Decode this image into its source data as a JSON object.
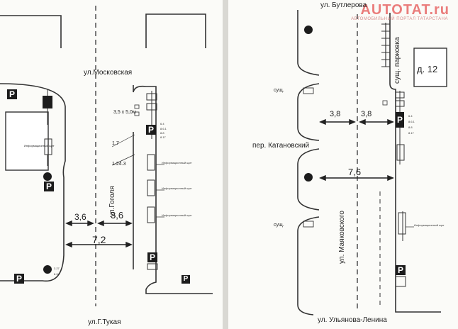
{
  "left_map": {
    "streets": {
      "top": "ул.Московская",
      "bottom": "ул.Г.Тукая",
      "vertical": "ул.Гоголя"
    },
    "dimensions": {
      "lane_a": "3,6",
      "lane_b": "3,6",
      "total": "7,2",
      "note_width": "3,5 x 5,0м",
      "note_17": "1.7",
      "note_1243": "1.24.3"
    },
    "info_panel_label": "Информационный щит",
    "info_sign_labels": [
      "Информационный щит",
      "Информационный щит",
      "Информационный щит"
    ],
    "parking_letter": "P",
    "sign_codes": [
      "6.4",
      "8.6.1",
      "8.8",
      "8.17",
      "3.27",
      "8.24"
    ]
  },
  "right_map": {
    "streets": {
      "top": "ул. Бутлерова",
      "bottom": "ул. Ульянова-Ленина",
      "left_lane": "пер. Катановский",
      "vertical": "ул. Маяковского",
      "parking_note": "сущ. парковка",
      "building": "д. 12"
    },
    "dimensions": {
      "lane_a": "3,8",
      "lane_b": "3,8",
      "total": "7,6"
    },
    "existing_labels": [
      "сущ.",
      "сущ."
    ],
    "info_sign_label": "Информационный щит",
    "parking_letter": "P",
    "sign_codes": [
      "6.4",
      "8.6.1",
      "8.8",
      "8.17"
    ]
  },
  "watermark": {
    "brand": "AUTOTAT.ru",
    "tagline": "АВТОМОБИЛЬНЫЙ ПОРТАЛ ТАТАРСТАНА"
  }
}
